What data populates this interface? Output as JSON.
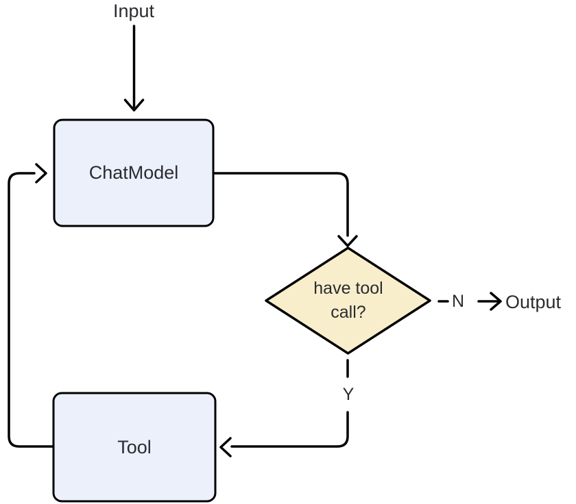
{
  "diagram": {
    "type": "flowchart",
    "nodes": {
      "input": {
        "label": "Input",
        "shape": "text"
      },
      "chatmodel": {
        "label": "ChatModel",
        "shape": "rounded-rect"
      },
      "decision": {
        "label": "have tool call?",
        "shape": "diamond"
      },
      "tool": {
        "label": "Tool",
        "shape": "rounded-rect"
      },
      "output": {
        "label": "Output",
        "shape": "text"
      }
    },
    "edges": {
      "input_to_chatmodel": {
        "from": "input",
        "to": "chatmodel",
        "style": "solid-arrow"
      },
      "chatmodel_to_decision": {
        "from": "chatmodel",
        "to": "decision",
        "style": "solid-arrow"
      },
      "decision_to_output": {
        "from": "decision",
        "to": "output",
        "label": "N",
        "style": "dashed-arrow"
      },
      "decision_to_tool": {
        "from": "decision",
        "to": "tool",
        "label": "Y",
        "style": "dashed-arrow"
      },
      "tool_to_chatmodel": {
        "from": "tool",
        "to": "chatmodel",
        "style": "solid-arrow"
      }
    }
  },
  "colors": {
    "node-fill": "#ECF0FA",
    "decision-fill": "#F8EECB",
    "stroke": "#000000",
    "label-text": "#2B2B31",
    "background": "#FFFFFF"
  }
}
